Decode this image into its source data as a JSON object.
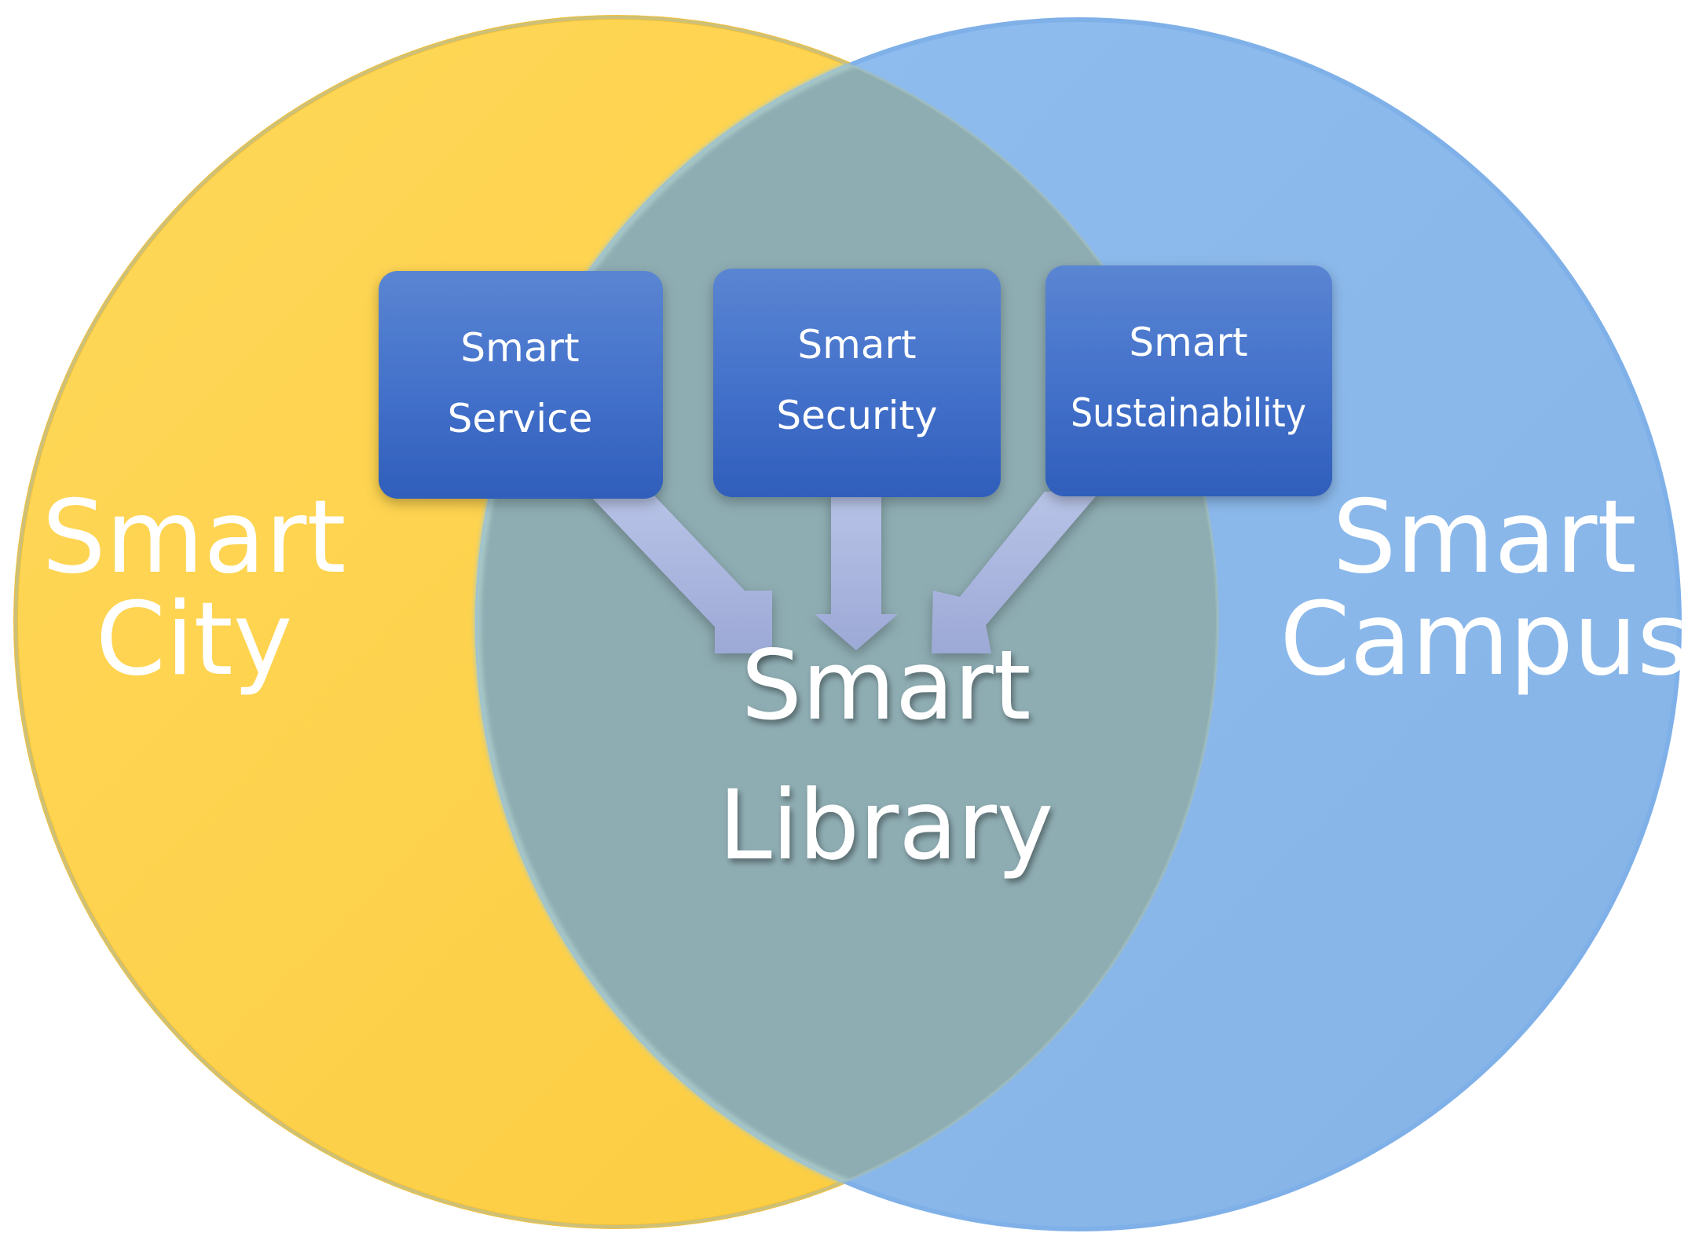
{
  "diagram": {
    "type": "venn-diagram",
    "left_set": {
      "line1": "Smart",
      "line2": "City",
      "color": "#FFD24C"
    },
    "right_set": {
      "line1": "Smart",
      "line2": "Campus",
      "color": "#88B8EC"
    },
    "overlap": {
      "line1": "Smart",
      "line2": "Library",
      "color": "#8EADB3"
    },
    "boxes": [
      {
        "line1": "Smart",
        "line2": "Service"
      },
      {
        "line1": "Smart",
        "line2": "Security"
      },
      {
        "line1": "Smart",
        "line2": "Sustainability"
      }
    ],
    "box_color": "#3F6FC8",
    "arrow_color": "#A9B6DC",
    "arrow_icon": "arrow-down-icon"
  }
}
